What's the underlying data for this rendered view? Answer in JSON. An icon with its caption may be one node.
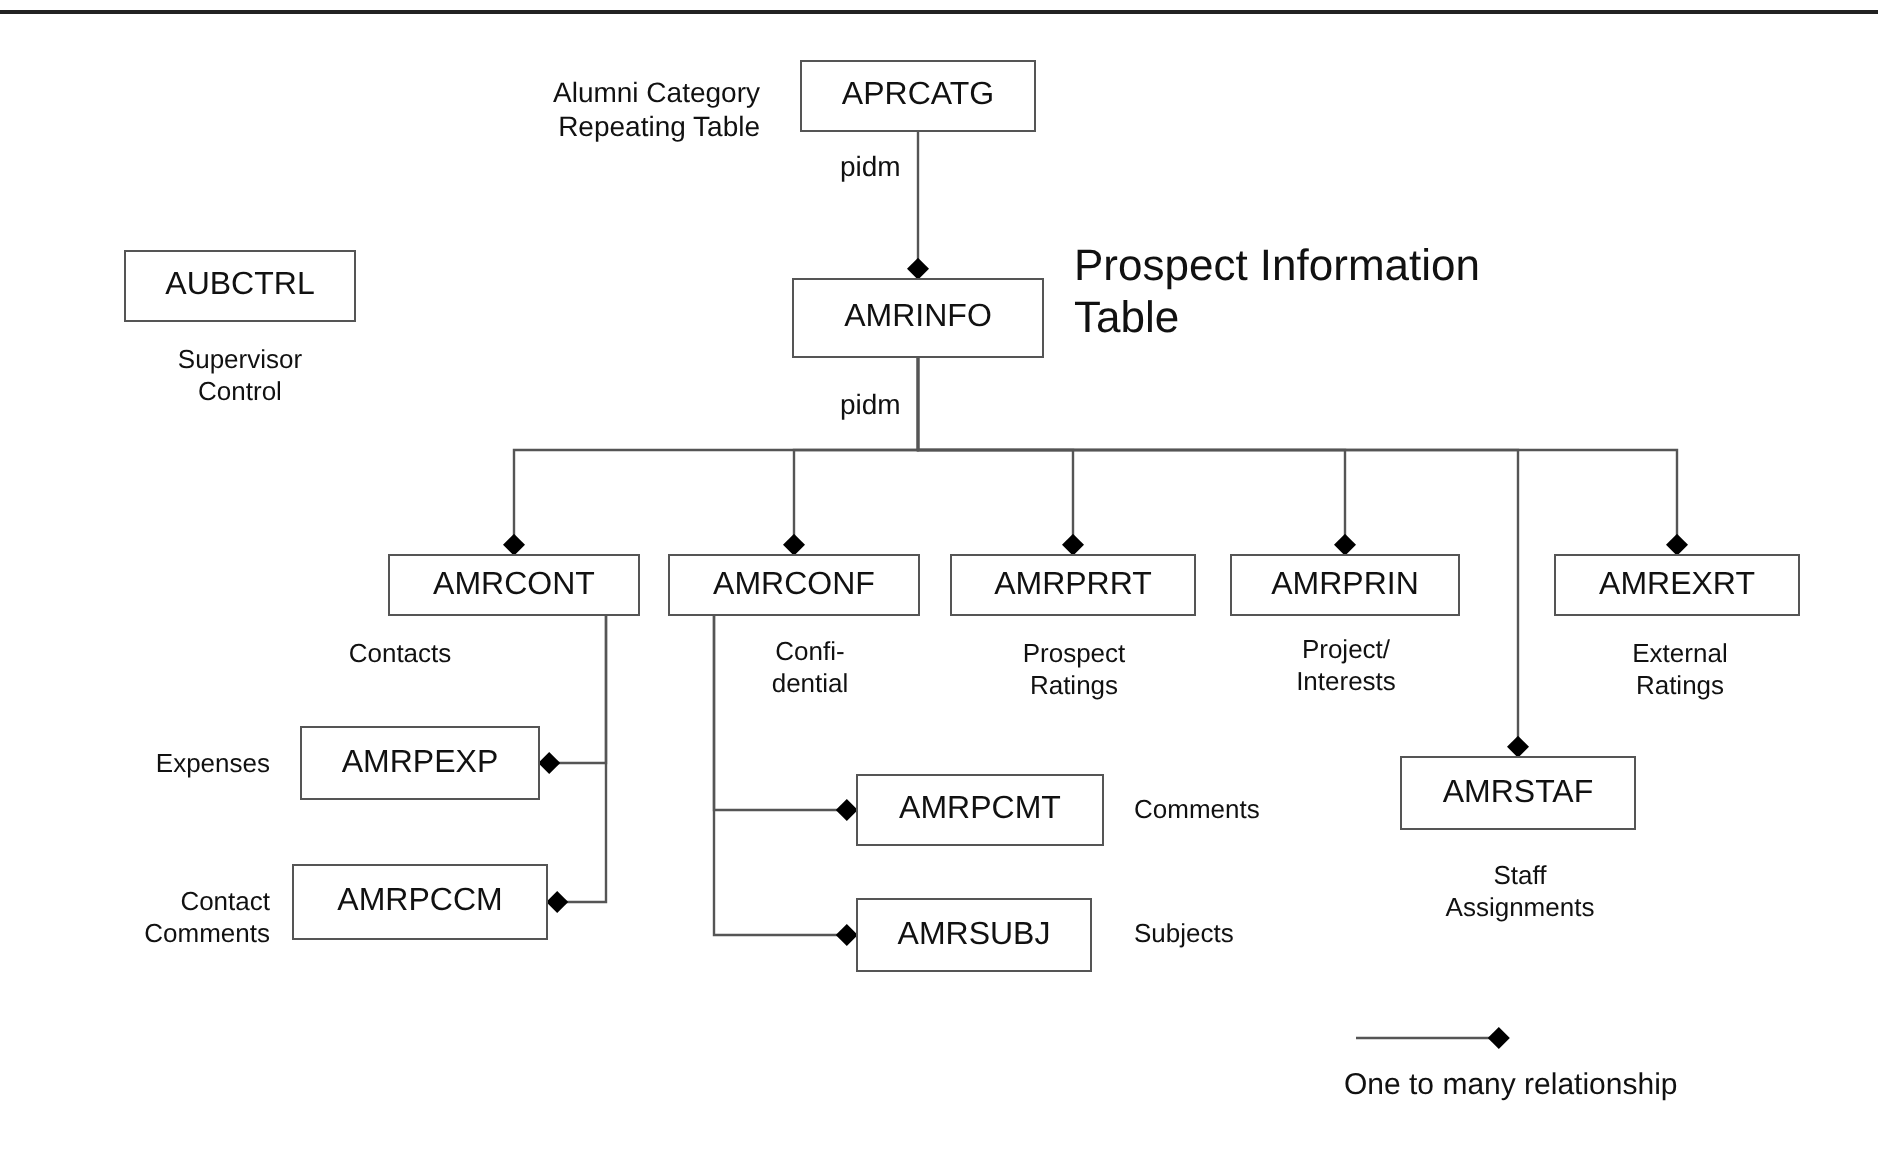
{
  "diagram": {
    "nodes": [
      {
        "text": [
          "APRCATG"
        ],
        "beside": [
          "Alumni Category Repeating Table"
        ]
      },
      {
        "text": [
          "AUBCTRL"
        ],
        "beside": [
          "Supervisor Control"
        ]
      },
      {
        "text": [
          "AMRINFO"
        ],
        "beside": [
          "Prospect Information Table"
        ]
      },
      {
        "text": [
          "AMRCONT"
        ],
        "beside": [
          "Contacts"
        ]
      },
      {
        "text": [
          "AMRCONF"
        ],
        "beside": [
          "Confi- dential"
        ]
      },
      {
        "text": [
          "AMRPRRT"
        ],
        "beside": [
          "Prospect Ratings"
        ]
      },
      {
        "text": [
          "AMRPRIN"
        ],
        "beside": [
          "Project/ Interests"
        ]
      },
      {
        "text": [
          "AMREXRT"
        ],
        "beside": [
          "External Ratings"
        ]
      },
      {
        "text": [
          "AMRPEXP"
        ],
        "beside": [
          "Expenses"
        ]
      },
      {
        "text": [
          "AMRPCCM"
        ],
        "beside": [
          "Contact Comments"
        ]
      },
      {
        "text": [
          "AMRPCMT"
        ],
        "beside": [
          "Comments"
        ]
      },
      {
        "text": [
          "AMRSUBJ"
        ],
        "beside": [
          "Subjects"
        ]
      },
      {
        "text": [
          "AMRSTAF"
        ],
        "beside": [
          "Staff Assignments"
        ]
      }
    ],
    "edges": [
      {
        "from": 0,
        "to": 2,
        "arrow": "other",
        "label": "pidm"
      },
      {
        "from": 2,
        "to": 3,
        "arrow": "other",
        "label": "pidm"
      },
      {
        "from": 2,
        "to": 4,
        "arrow": "other"
      },
      {
        "from": 2,
        "to": 5,
        "arrow": "other"
      },
      {
        "from": 2,
        "to": 6,
        "arrow": "other"
      },
      {
        "from": 2,
        "to": 7,
        "arrow": "other"
      },
      {
        "from": 2,
        "to": 12,
        "arrow": "other"
      },
      {
        "from": 3,
        "to": 8,
        "arrow": "other"
      },
      {
        "from": 3,
        "to": 9,
        "arrow": "other"
      },
      {
        "from": 4,
        "to": 10,
        "arrow": "other"
      },
      {
        "from": 4,
        "to": 11,
        "arrow": "other"
      }
    ],
    "legend": [
      {
        "text": "One to many relationship"
      }
    ]
  }
}
